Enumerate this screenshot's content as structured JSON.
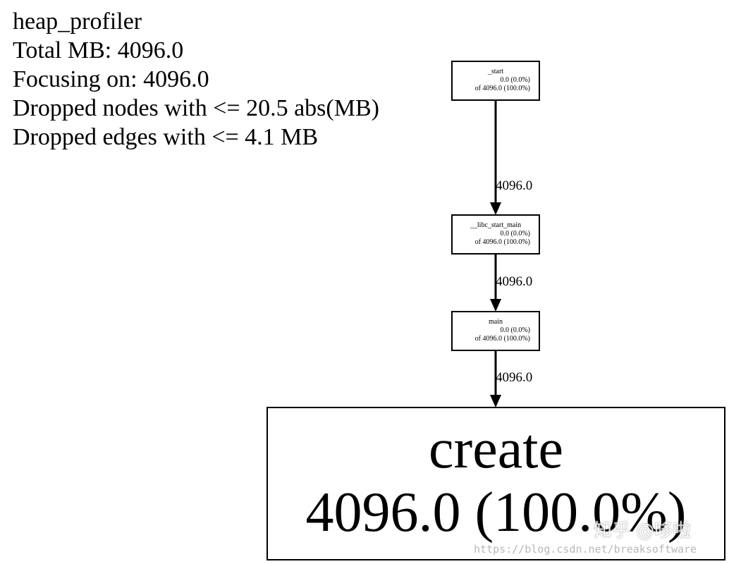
{
  "header": {
    "lines": [
      "heap_profiler",
      "Total MB: 4096.0",
      "Focusing on: 4096.0",
      "Dropped nodes with <= 20.5 abs(MB)",
      "Dropped edges with <= 4.1 MB"
    ]
  },
  "nodes": [
    {
      "name": "_start",
      "self": "0.0 (0.0%)",
      "cumulative": "of 4096.0 (100.0%)"
    },
    {
      "name": "__libc_start_main",
      "self": "0.0 (0.0%)",
      "cumulative": "of 4096.0 (100.0%)"
    },
    {
      "name": "main",
      "self": "0.0 (0.0%)",
      "cumulative": "of 4096.0 (100.0%)"
    }
  ],
  "edges": [
    {
      "from": "_start",
      "to": "__libc_start_main",
      "label": "4096.0"
    },
    {
      "from": "__libc_start_main",
      "to": "main",
      "label": "4096.0"
    },
    {
      "from": "main",
      "to": "create",
      "label": "4096.0"
    }
  ],
  "big_node": {
    "name": "create",
    "value": "4096.0 (100.0%)"
  },
  "watermark": {
    "zhihu": "知乎 @哆啦",
    "url": "https://blog.csdn.net/breaksoftware"
  }
}
